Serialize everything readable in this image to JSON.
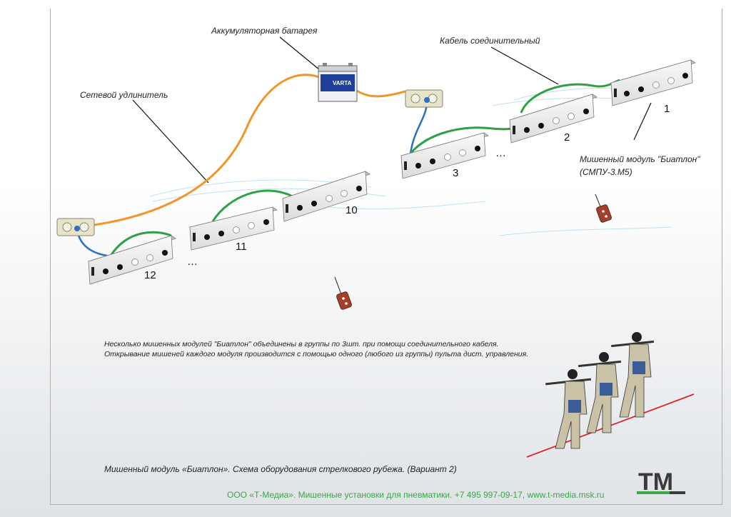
{
  "labels": {
    "battery": "Аккумуляторная батарея",
    "cable": "Кабель соединительный",
    "extender": "Сетевой удлинитель",
    "module_line1": "Мишенный модуль \"Биатлон\"",
    "module_line2": "(СМПУ-3.М5)"
  },
  "modules": {
    "m1": "1",
    "m2": "2",
    "m3": "3",
    "m10": "10",
    "m11": "11",
    "m12": "12",
    "dots_top": "…",
    "dots_bottom": "…"
  },
  "description": {
    "line1": "Несколько мишенных модулей \"Биатлон\" объединены в группы по 3шт. при помощи соединительного кабеля.",
    "line2": "Открывание мишеней каждого модуля производится с помощью одного (любого из группы) пульта дист. управления."
  },
  "caption": "Мишенный модуль «Биатлон». Схема оборудования стрелкового рубежа. (Вариант 2)",
  "footer": "ООО «Т-Медиа». Мишенные установки для пневматики. +7 495 997-09-17, www.t-media.msk.ru",
  "logo": "TM",
  "battery_brand": "VARTA",
  "colors": {
    "extender_cable": "#f0962a",
    "power_cable": "#2e6fc0",
    "link_cable": "#2fa043",
    "firing_line": "#d9252b",
    "footer_text": "#39a845",
    "logo_accent": "#3aa845"
  }
}
